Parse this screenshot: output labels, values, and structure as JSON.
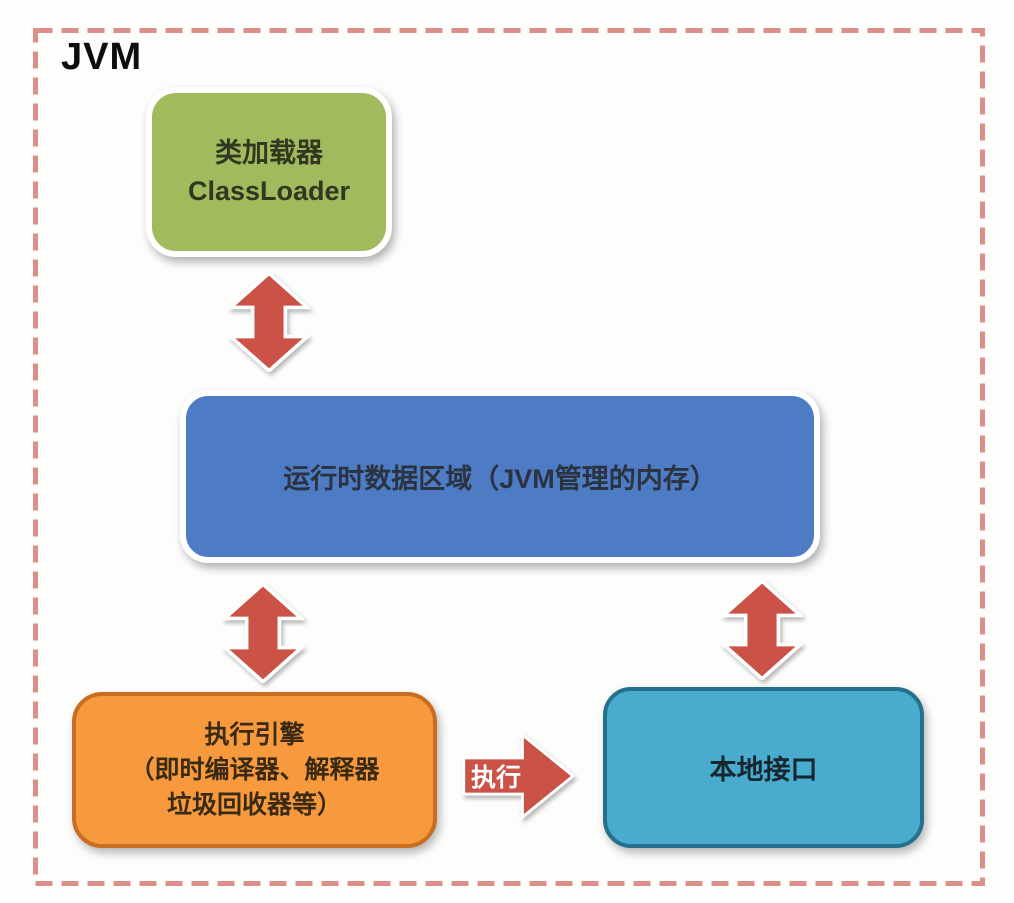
{
  "frame": {
    "title": "JVM"
  },
  "nodes": {
    "class_loader": {
      "title": "类加载器",
      "subtitle": "ClassLoader"
    },
    "runtime_data_area": {
      "title": "运行时数据区域（JVM管理的内存）"
    },
    "execution_engine": {
      "line1": "执行引擎",
      "line2": "（即时编译器、解释器",
      "line3": "垃圾回收器等）"
    },
    "native_interface": {
      "title": "本地接口"
    }
  },
  "arrows": {
    "execute_label": "执行"
  },
  "colors": {
    "class_loader_fill": "#a2ba5e",
    "runtime_data_area_fill": "#4d7cc4",
    "execution_engine_fill": "#f79a3e",
    "execution_engine_border": "#c96d20",
    "native_interface_fill": "#49abcd",
    "native_interface_border": "#25708d",
    "arrow_fill": "#cb5247",
    "frame_dash": "#dc8f88"
  }
}
